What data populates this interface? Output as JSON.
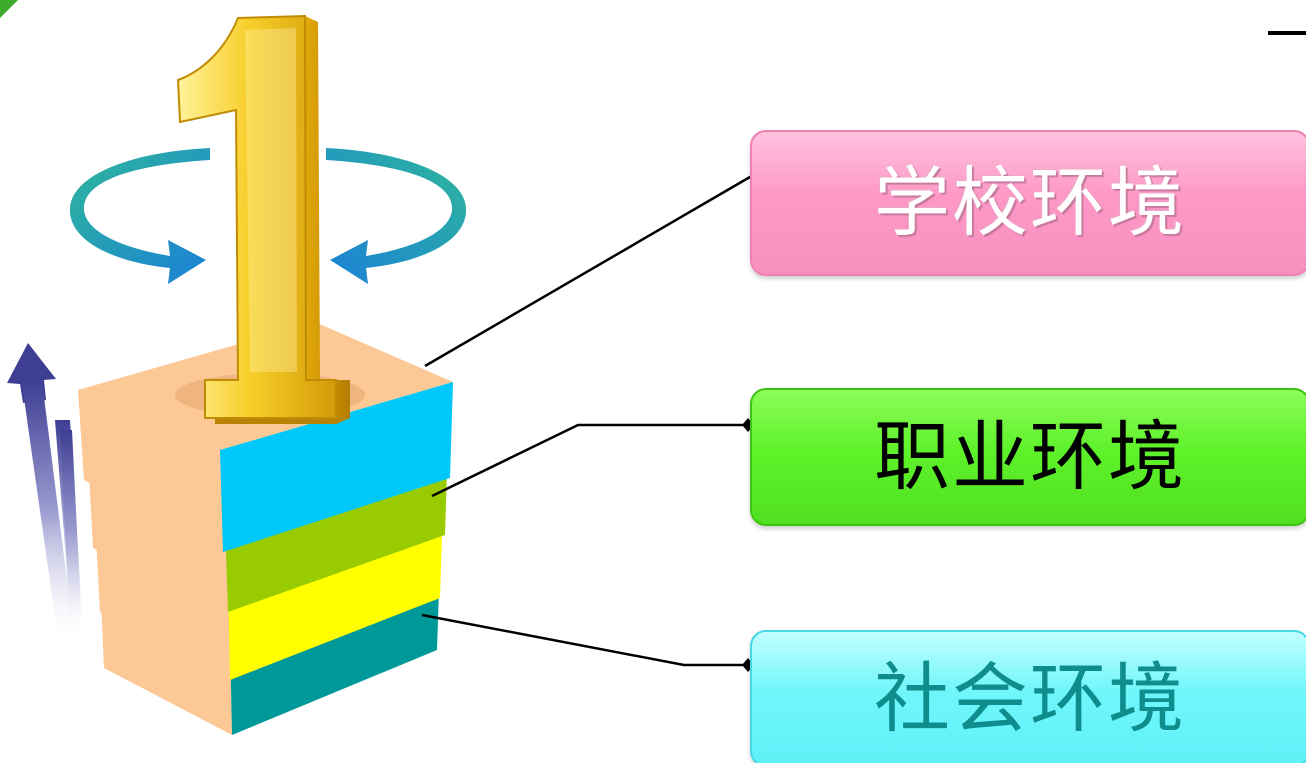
{
  "labels": {
    "school": "学校环境",
    "career": "职业环境",
    "social": "社会环境"
  },
  "graphic": {
    "numeral": "1"
  },
  "colors": {
    "school_box": "#ff98c6",
    "career_box": "#5ef22a",
    "social_box": "#6ff6fb",
    "layer_blue": "#00c8fa",
    "layer_green": "#99cc00",
    "layer_yellow": "#ffff00",
    "layer_teal": "#009999",
    "layer_top": "#fcc896",
    "numeral_gold": "#f5c518",
    "arrow_teal": "#1fb8c4"
  },
  "icons": [
    "rotate-arrow-left-icon",
    "rotate-arrow-right-icon",
    "up-arrow-icon"
  ]
}
